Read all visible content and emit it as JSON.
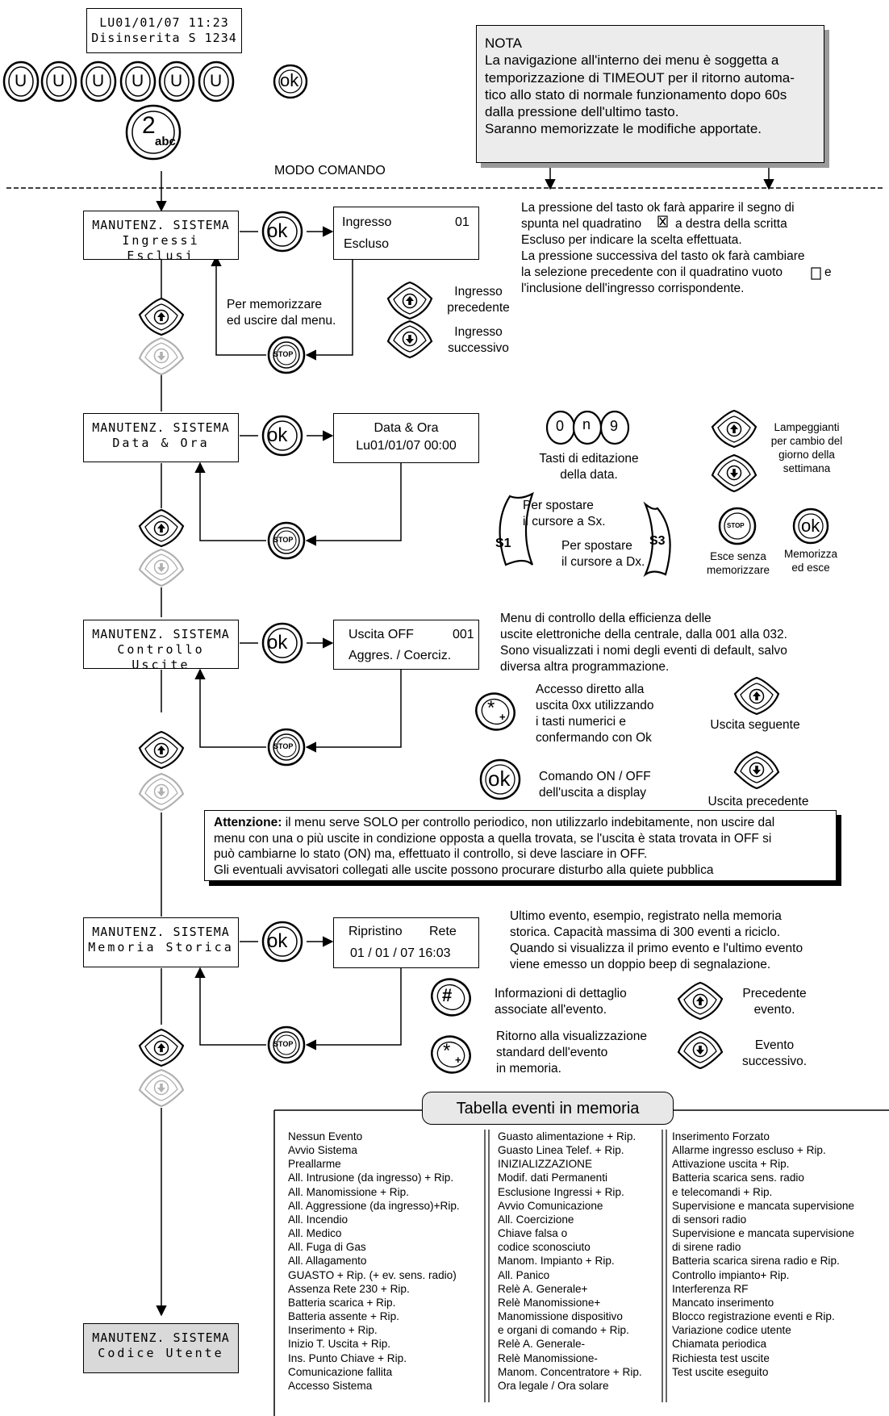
{
  "top_display": {
    "line1": "LU01/01/07  11:23",
    "line2": "Disinserita  S 1234"
  },
  "keys": {
    "u": "U",
    "ok": "ok",
    "two": "2",
    "two_sub": "abc",
    "stop": "STOP",
    "star": "*",
    "star_sub": "+",
    "hash": "#",
    "s1": "S1",
    "s3": "S3",
    "zero": "0",
    "n": "n",
    "nine": "9"
  },
  "note": {
    "lines": [
      "NOTA",
      "La navigazione all'interno dei menu è soggetta a",
      "temporizzazione di TIMEOUT per il ritorno automa-",
      "tico allo stato di normale funzionamento dopo 60s",
      "dalla pressione dell'ultimo tasto.",
      "Saranno memorizzate le modifiche apportate."
    ]
  },
  "modo_comando": "MODO COMANDO",
  "sec1": {
    "menu1": "MANUTENZ. SISTEMA",
    "menu2": "Ingressi Esclusi",
    "disp_label1": "Ingresso",
    "disp_num": "01",
    "disp_label2": "Escluso",
    "store_text": [
      "Per memorizzare",
      "ed uscire dal menu."
    ],
    "up_text": [
      "Ingresso",
      "precedente"
    ],
    "down_text": [
      "Ingresso",
      "successivo"
    ],
    "desc": [
      "La pressione del tasto ok farà apparire il segno di",
      "spunta nel quadratino",
      "a destra della scritta",
      "Escluso per indicare la scelta effettuata.",
      "La pressione successiva del tasto ok farà cambiare",
      "la selezione precedente con il quadratino vuoto",
      "e",
      "l'inclusione dell'ingresso corrispondente."
    ]
  },
  "sec2": {
    "menu1": "MANUTENZ. SISTEMA",
    "menu2": "Data & Ora",
    "disp1": "Data  &  Ora",
    "disp2": "Lu01/01/07  00:00",
    "edit_text": [
      "Tasti di editazione",
      "della data."
    ],
    "blink_text": [
      "Lampeggianti",
      "per cambio del",
      "giorno della",
      "settimana"
    ],
    "s1_text": [
      "Per spostare",
      "il cursore a Sx."
    ],
    "s3_text": [
      "Per spostare",
      "il cursore a Dx."
    ],
    "stop_text": [
      "Esce senza",
      "memorizzare"
    ],
    "ok_text": [
      "Memorizza",
      "ed esce"
    ]
  },
  "sec3": {
    "menu1": "MANUTENZ. SISTEMA",
    "menu2": "Controllo Uscite",
    "disp1": "Uscita  OFF",
    "disp_num": "001",
    "disp2": "Aggres. / Coerciz.",
    "desc": [
      "Menu di controllo della efficienza delle",
      "uscite elettroniche della centrale, dalla 001 alla 032.",
      "Sono visualizzati i nomi degli eventi di default, salvo",
      "diversa altra programmazione."
    ],
    "star_text": [
      "Accesso diretto alla",
      "uscita 0xx utilizzando",
      "i tasti numerici e",
      "confermando con Ok"
    ],
    "up_text": "Uscita seguente",
    "ok_text": [
      "Comando ON / OFF",
      "dell'uscita a display"
    ],
    "down_text": "Uscita precedente"
  },
  "attention": {
    "bold": "Attenzione:",
    "lines": [
      " il menu serve SOLO per controllo periodico, non utilizzarlo indebitamente, non uscire dal",
      "menu con una o più uscite in condizione opposta a quella trovata, se l'uscita è stata trovata in OFF si",
      "può cambiarne lo stato (ON) ma, effettuato il controllo, si deve lasciare in OFF.",
      "Gli eventuali avvisatori collegati alle uscite possono procurare disturbo alla quiete pubblica"
    ]
  },
  "sec4": {
    "menu1": "MANUTENZ. SISTEMA",
    "menu2": "Memoria Storica",
    "disp1a": "Ripristino",
    "disp1b": "Rete",
    "disp2": "01 / 01 / 07  16:03",
    "desc": [
      "Ultimo evento, esempio, registrato nella memoria",
      "storica. Capacità massima di 300 eventi a riciclo.",
      "Quando si visualizza il primo evento e l'ultimo evento",
      "viene emesso un doppio beep di segnalazione."
    ],
    "hash_text": [
      "Informazioni di dettaglio",
      "associate all'evento."
    ],
    "star_text": [
      "Ritorno alla visualizzazione",
      "standard dell'evento",
      "in memoria."
    ],
    "up_text": [
      "Precedente",
      "evento."
    ],
    "down_text": [
      "Evento",
      "successivo."
    ]
  },
  "final_menu": {
    "line1": "MANUTENZ. SISTEMA",
    "line2": "Codice Utente"
  },
  "table": {
    "title": "Tabella eventi in memoria",
    "col1": [
      "Nessun Evento",
      "Avvio Sistema",
      "Preallarme",
      "All. Intrusione (da ingresso) + Rip.",
      "All. Manomissione + Rip.",
      "All. Aggressione (da ingresso)+Rip.",
      "All. Incendio",
      "All. Medico",
      "All. Fuga di Gas",
      "All. Allagamento",
      "GUASTO + Rip. (+ ev. sens. radio)",
      "Assenza Rete 230 + Rip.",
      "Batteria scarica + Rip.",
      "Batteria assente + Rip.",
      "Inserimento + Rip.",
      "Inizio T. Uscita + Rip.",
      "Ins. Punto Chiave + Rip.",
      "Comunicazione fallita",
      "Accesso Sistema"
    ],
    "col2": [
      "Guasto alimentazione + Rip.",
      "Guasto Linea Telef. + Rip.",
      "INIZIALIZZAZIONE",
      "Modif. dati Permanenti",
      "Esclusione Ingressi + Rip.",
      "Avvio Comunicazione",
      "All. Coercizione",
      "Chiave falsa o",
      "codice sconosciuto",
      "Manom. Impianto + Rip.",
      "All. Panico",
      "Relè A. Generale+",
      "Relè Manomissione+",
      "Manomissione dispositivo",
      "e organi di comando + Rip.",
      "Relè A. Generale-",
      "Relè Manomissione-",
      "Manom. Concentratore + Rip.",
      "Ora legale / Ora solare"
    ],
    "col3": [
      "Inserimento Forzato",
      "Allarme ingresso escluso + Rip.",
      "Attivazione uscita + Rip.",
      "Batteria scarica sens. radio",
      "e telecomandi + Rip.",
      "Supervisione e mancata supervisione",
      "di sensori radio",
      "Supervisione e mancata supervisione",
      "di sirene radio",
      "Batteria scarica sirena radio e Rip.",
      "Controllo impianto+ Rip.",
      "Interferenza RF",
      "Mancato inserimento",
      "Blocco registrazione eventi e Rip.",
      "Variazione codice utente",
      "Chiamata periodica",
      "Richiesta test uscite",
      "Test uscite eseguito"
    ]
  }
}
